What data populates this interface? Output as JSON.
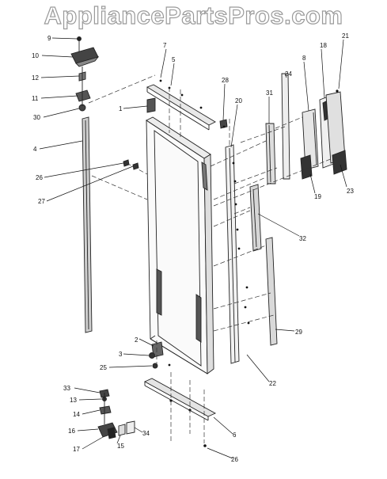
{
  "watermark": "AppliancePartsPros.com",
  "callouts": [
    "9",
    "10",
    "12",
    "11",
    "30",
    "4",
    "26",
    "27",
    "7",
    "5",
    "1",
    "28",
    "20",
    "31",
    "24",
    "8",
    "18",
    "21",
    "19",
    "23",
    "32",
    "29",
    "2",
    "3",
    "25",
    "22",
    "33",
    "13",
    "14",
    "16",
    "15",
    "34",
    "17",
    "6",
    "26"
  ]
}
